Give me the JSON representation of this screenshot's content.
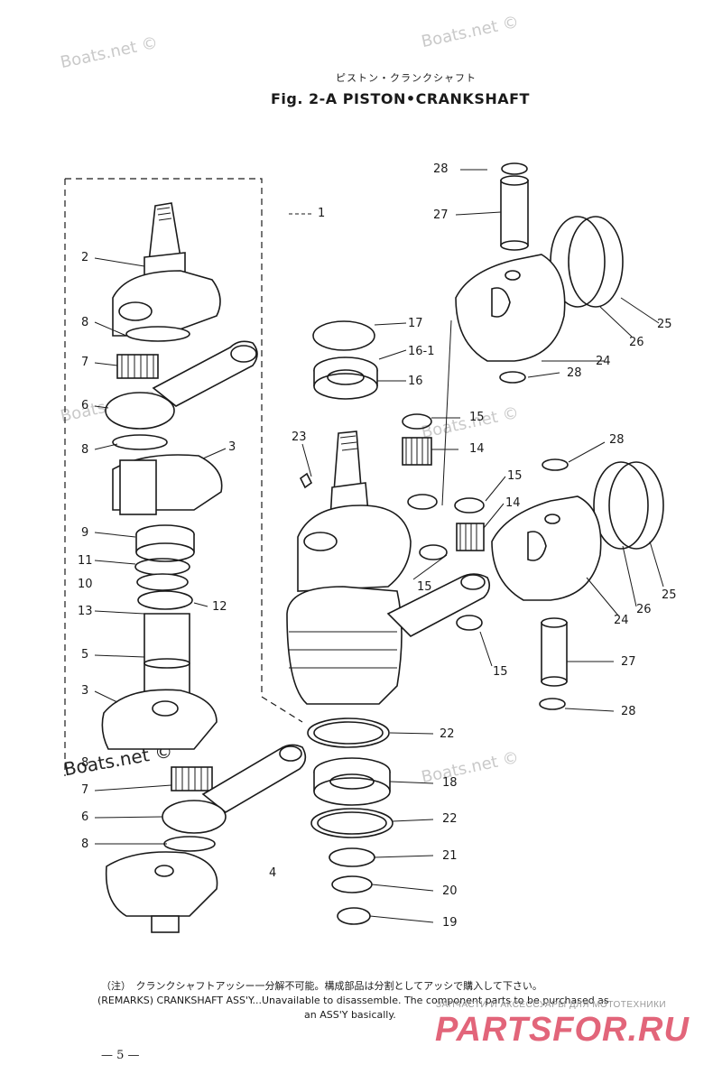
{
  "header": {
    "japanese_title": "ピストン・クランクシャフト",
    "figure_title": "Fig. 2-A   PISTON•CRANKSHAFT"
  },
  "watermarks": {
    "boats_net": "Boats.net ©"
  },
  "part_labels": {
    "p1": "1",
    "p2": "2",
    "p3a": "3",
    "p3b": "3",
    "p4": "4",
    "p5": "5",
    "p6a": "6",
    "p6b": "6",
    "p7a": "7",
    "p7b": "7",
    "p8a": "8",
    "p8b": "8",
    "p8c": "8",
    "p8d": "8",
    "p9": "9",
    "p10": "10",
    "p11": "11",
    "p12": "12",
    "p13": "13",
    "p14a": "14",
    "p14b": "14",
    "p15a": "15",
    "p15b": "15",
    "p15c": "15",
    "p15d": "15",
    "p16": "16",
    "p16_1": "16-1",
    "p17": "17",
    "p18": "18",
    "p19": "19",
    "p20": "20",
    "p21": "21",
    "p22a": "22",
    "p22b": "22",
    "p23": "23",
    "p24a": "24",
    "p24b": "24",
    "p25a": "25",
    "p25b": "25",
    "p26a": "26",
    "p26b": "26",
    "p27a": "27",
    "p27b": "27",
    "p28a": "28",
    "p28b": "28",
    "p28c": "28",
    "p28d": "28"
  },
  "remarks": {
    "japanese": "（注）　クランクシャフトアッシー一分解不可能。構成部品は分割としてアッシで購入して下さい。",
    "english_line1": "(REMARKS)   CRANKSHAFT ASS'Y...Unavailable to disassemble. The component parts to be purchased as",
    "english_line2": "an ASS'Y basically."
  },
  "footer": {
    "page_number": "— 5 —",
    "brand_subtitle": "ЗАПЧАСТИ И АКСЕССУАРЫ ДЛЯ МОТОТЕХНИКИ",
    "brand_name": "PARTSFOR.RU"
  }
}
